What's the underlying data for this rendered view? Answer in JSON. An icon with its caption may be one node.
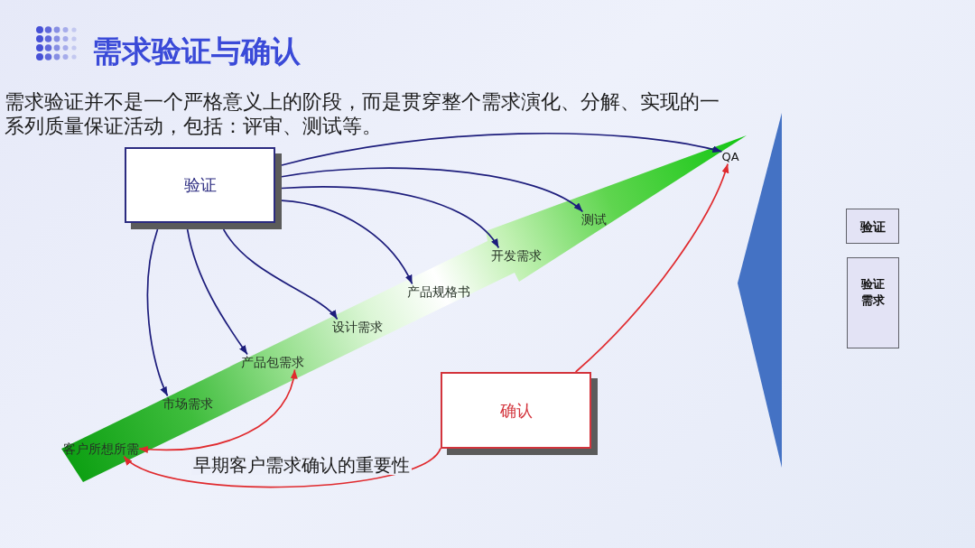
{
  "diagram": {
    "title": "需求验证与确认",
    "nodes": [
      {
        "text": [
          "验证"
        ]
      },
      {
        "text": [
          "确认"
        ]
      },
      {
        "text": [
          "客户所想所需"
        ]
      },
      {
        "text": [
          "市场需求"
        ]
      },
      {
        "text": [
          "产品包需求"
        ]
      },
      {
        "text": [
          "设计需求"
        ]
      },
      {
        "text": [
          "产品规格书"
        ]
      },
      {
        "text": [
          "开发需求"
        ]
      },
      {
        "text": [
          "测试"
        ]
      },
      {
        "text": [
          "QA"
        ]
      },
      {
        "text": [],
        "shape": "triangle"
      },
      {
        "text": [
          "验证"
        ]
      },
      {
        "text": [
          "验证需求"
        ]
      }
    ],
    "edges": [
      {
        "from": 0,
        "to": 9,
        "arrow": "to"
      },
      {
        "from": 0,
        "to": 8,
        "arrow": "to"
      },
      {
        "from": 0,
        "to": 7,
        "arrow": "to"
      },
      {
        "from": 0,
        "to": 6,
        "arrow": "to"
      },
      {
        "from": 0,
        "to": 5,
        "arrow": "to"
      },
      {
        "from": 0,
        "to": 4,
        "arrow": "to"
      },
      {
        "from": 0,
        "to": 3,
        "arrow": "to"
      },
      {
        "from": 1,
        "to": 9,
        "arrow": "to",
        "color": "#e02a2e"
      },
      {
        "from": 1,
        "to": 2,
        "arrow": "to",
        "label": "早期客户需求确认的重要性",
        "color": "#e02a2e"
      },
      {
        "from": 2,
        "to": 4,
        "arrow": "both",
        "color": "#e02a2e"
      }
    ],
    "labels": [
      "需求验证并不是一个严格意义上的阶段，而是贯穿整个需求演化、分解、实现的一系列质量保证活动，包括：评审、测试等。"
    ]
  }
}
